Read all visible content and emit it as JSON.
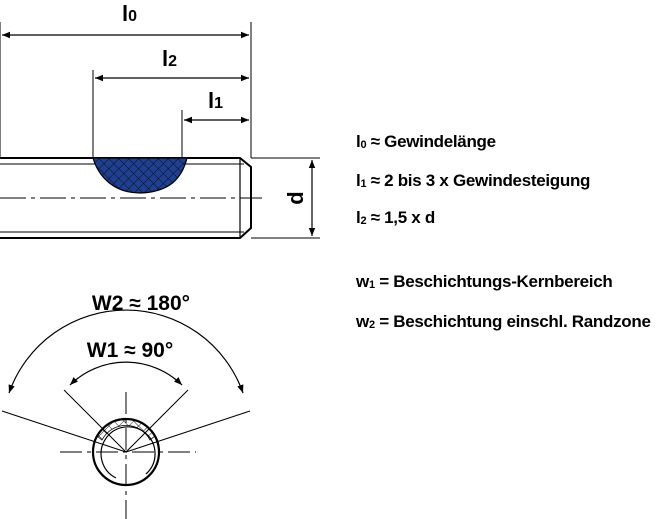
{
  "dimensions": {
    "l0": {
      "sym": "l",
      "sub": "0"
    },
    "l2": {
      "sym": "l",
      "sub": "2"
    },
    "l1": {
      "sym": "l",
      "sub": "1"
    },
    "d": "d"
  },
  "angles": {
    "w2": "W2 ≈ 180°",
    "w1": "W1 ≈ 90°"
  },
  "legend": [
    {
      "sym": "l",
      "sub": "0",
      "text": " ≈ Gewindelänge"
    },
    {
      "sym": "l",
      "sub": "1",
      "text": " ≈ 2 bis 3 x Gewindesteigung"
    },
    {
      "sym": "l",
      "sub": "2",
      "text": " ≈ 1,5 x d"
    },
    {
      "sym": "w",
      "sub": "1",
      "text": " = Beschichtungs-Kernbereich"
    },
    {
      "sym": "w",
      "sub": "2",
      "text": " = Beschichtung einschl. Randzone"
    }
  ],
  "colors": {
    "coating": "#1f3f8f",
    "line": "#000000"
  }
}
